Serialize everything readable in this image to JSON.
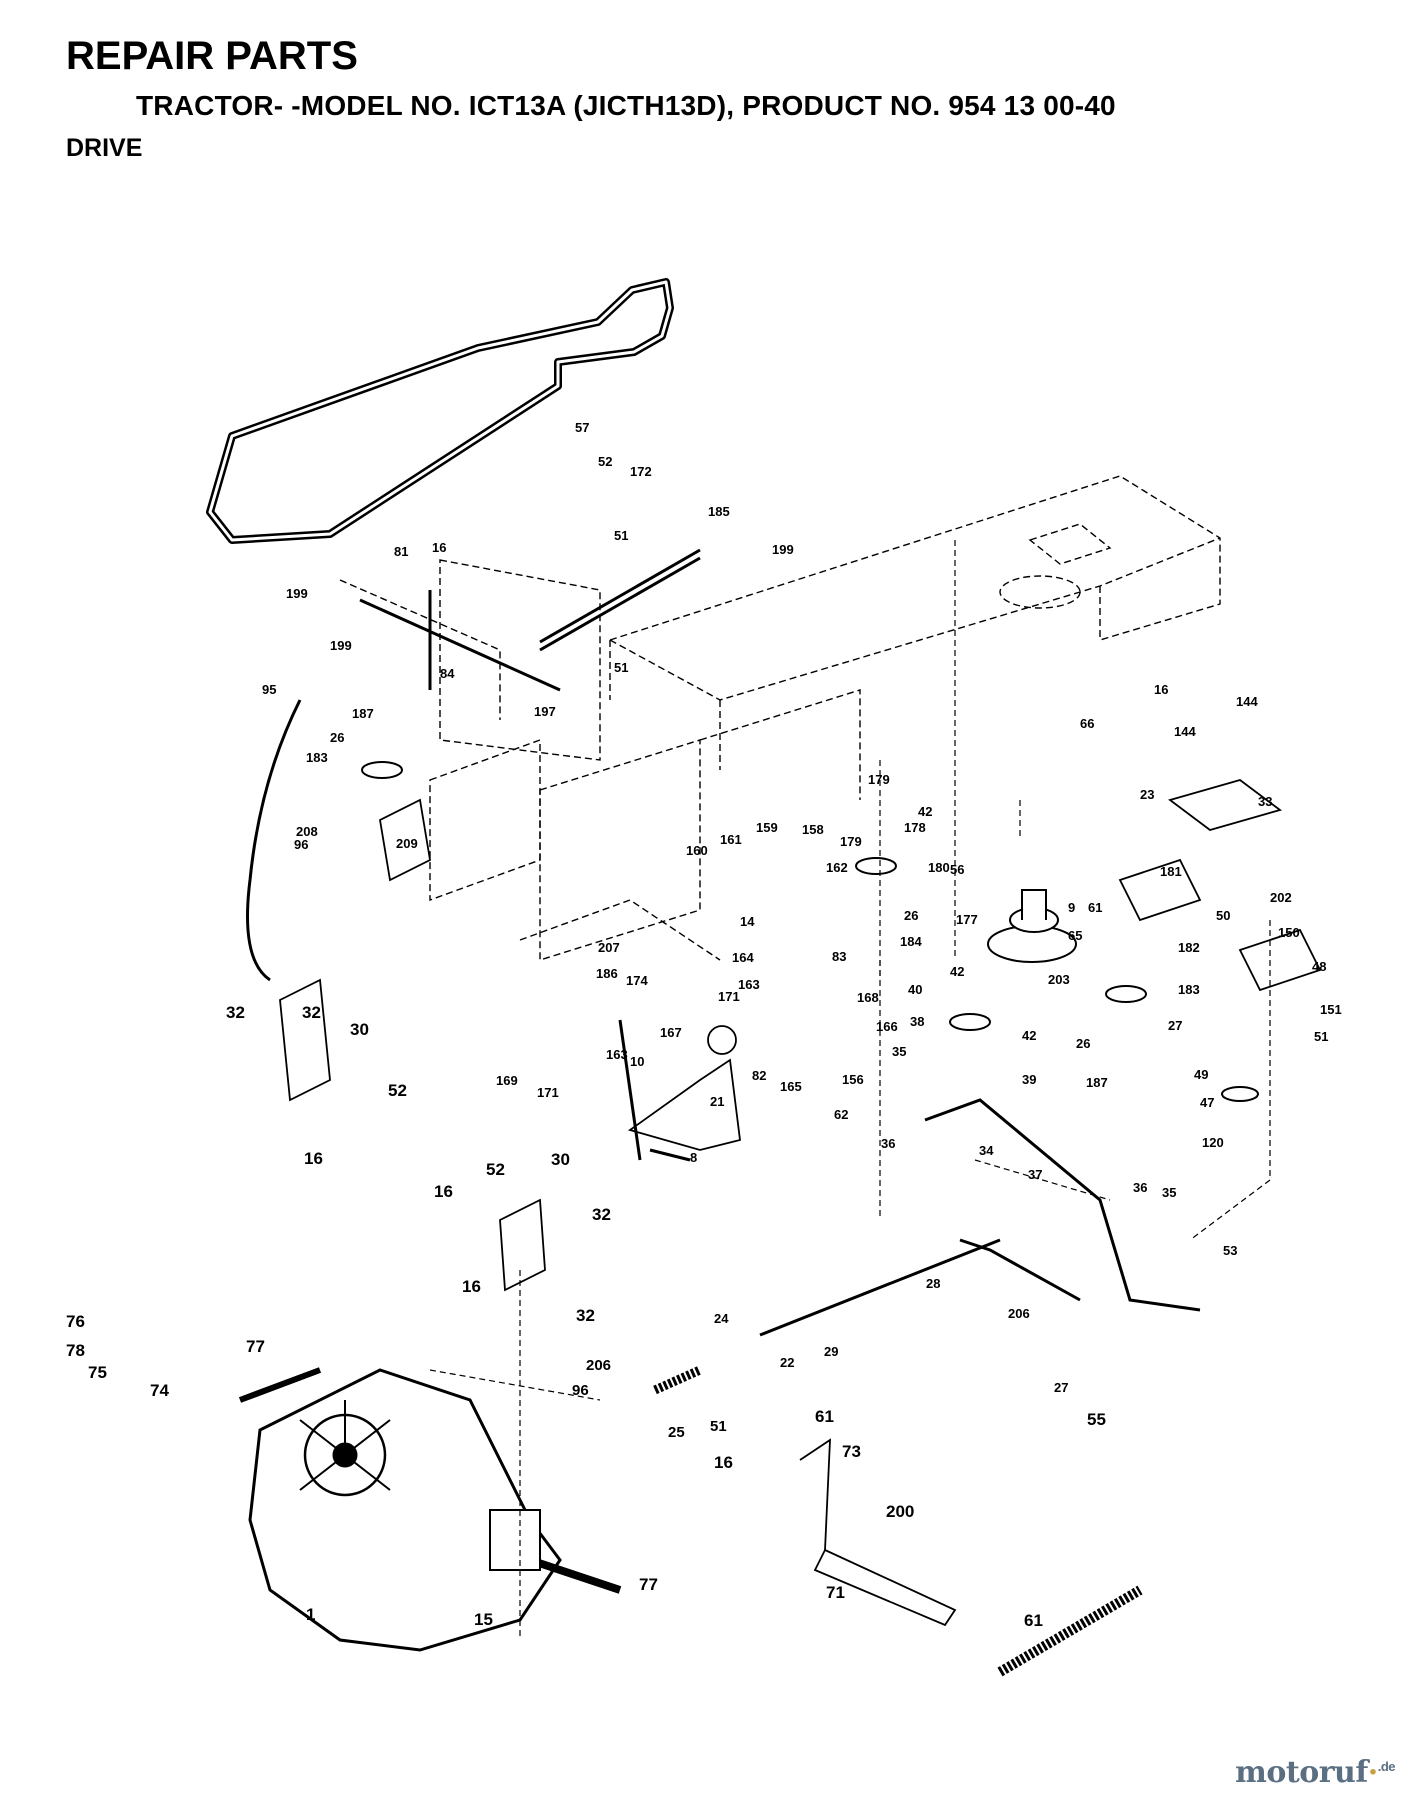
{
  "header": {
    "title": "REPAIR PARTS",
    "subtitle": "TRACTOR- -MODEL NO. ICT13A (JICTH13D), PRODUCT NO. 954 13 00-40",
    "section": "DRIVE"
  },
  "watermark": {
    "text": "motoruf",
    "suffix": ".de"
  },
  "part_labels": [
    "57",
    "52",
    "172",
    "185",
    "199",
    "51",
    "81",
    "16",
    "199",
    "199",
    "51",
    "84",
    "95",
    "187",
    "26",
    "197",
    "183",
    "208",
    "209",
    "96",
    "66",
    "16",
    "144",
    "144",
    "23",
    "33",
    "179",
    "42",
    "178",
    "179",
    "56",
    "180",
    "26",
    "184",
    "177",
    "9",
    "61",
    "181",
    "65",
    "203",
    "182",
    "42",
    "40",
    "38",
    "42",
    "39",
    "183",
    "50",
    "202",
    "150",
    "48",
    "27",
    "151",
    "26",
    "51",
    "187",
    "49",
    "47",
    "120",
    "159",
    "161",
    "160",
    "158",
    "162",
    "14",
    "164",
    "83",
    "163",
    "167",
    "171",
    "168",
    "166",
    "207",
    "186",
    "174",
    "163",
    "169",
    "171",
    "82",
    "165",
    "156",
    "35",
    "62",
    "36",
    "10",
    "21",
    "8",
    "32",
    "32",
    "30",
    "52",
    "16",
    "16",
    "52",
    "30",
    "32",
    "16",
    "32",
    "34",
    "37",
    "36",
    "35",
    "53",
    "28",
    "206",
    "29",
    "27",
    "24",
    "22",
    "206",
    "96",
    "25",
    "51",
    "76",
    "78",
    "75",
    "74",
    "77",
    "61",
    "73",
    "16",
    "55",
    "200",
    "71",
    "61",
    "77",
    "15",
    "1"
  ]
}
